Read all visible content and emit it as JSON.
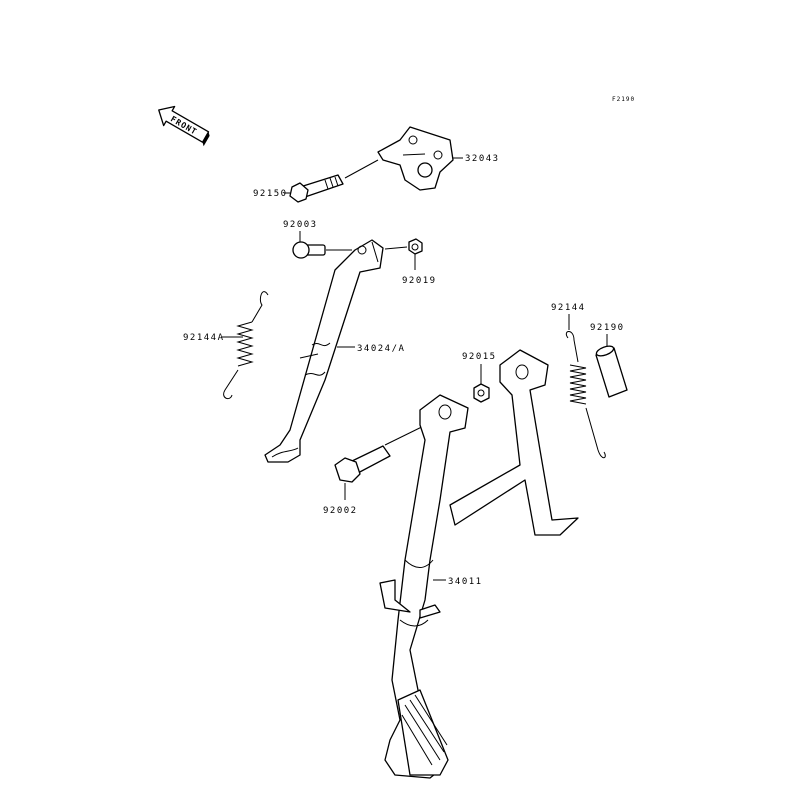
{
  "diagram": {
    "figure_code": "F2190",
    "front_indicator": "FRONT",
    "parts": {
      "bracket": "32043",
      "bracket_bolt": "92150",
      "pivot_bolt": "92003",
      "pivot_nut": "92019",
      "side_spring": "92144A",
      "side_stand": "34024/A",
      "main_nut": "92015",
      "main_spring": "92144",
      "sleeve": "92190",
      "main_bolt": "92002",
      "main_stand": "34011"
    }
  }
}
